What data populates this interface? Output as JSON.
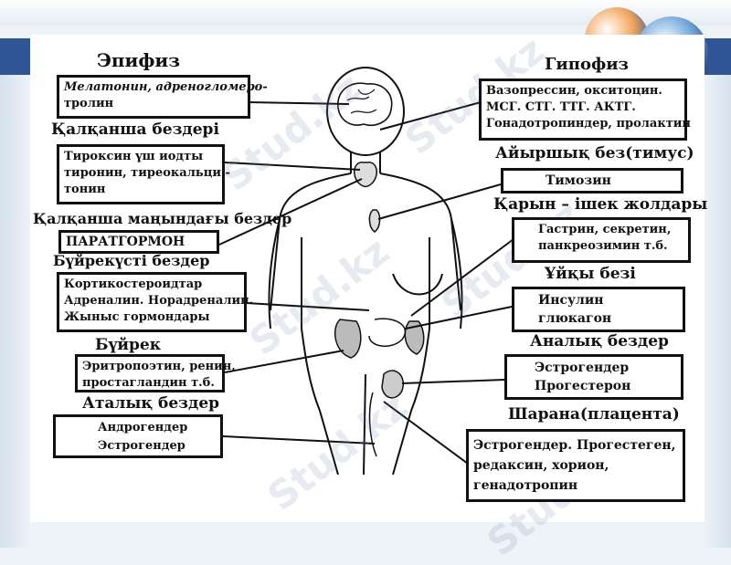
{
  "watermark": "Stud.kz",
  "labels": {
    "epiphysis": "Эпифиз",
    "pituitary": "Гипофиз",
    "thyroid": "Қалқанша бездері",
    "thymus": "Айыршық без(тимус)",
    "parathyroid": "Қалқанша маңындағы бездер",
    "gi_tract": "Қарын – ішек жолдары",
    "adrenal": "Бүйрекүсті бездер",
    "pancreas": "Ұйқы безі",
    "kidney": "Бүйрек",
    "ovaries": "Аналық бездер",
    "testes": "Аталық бездер",
    "placenta": "Шарана(плацента)"
  },
  "boxes": {
    "epiphysis": [
      "Мелатонин, адреногломеро-",
      "тролин"
    ],
    "pituitary": [
      "Вазопрессин, окситоцин.",
      "МСГ. СТГ. ТТГ. АКТГ.",
      "Гонадотропиндер, пролактин"
    ],
    "thyroid": [
      "Тироксин үш иодты",
      "тиронин, тиреокальци -",
      "тонин"
    ],
    "thymus": [
      "Тимозин"
    ],
    "parathyroid": [
      "ПАРАТГОРМОН"
    ],
    "gi_tract": [
      "Гастрин, секретин,",
      "панкреозимин т.б."
    ],
    "adrenal": [
      "Кортикостероидтар",
      "Адреналин. Норадреналин.",
      "Жыныс гормондары"
    ],
    "pancreas": [
      "Инсулин",
      "глюкагон"
    ],
    "kidney": [
      "Эритропоэтин, ренин,",
      "простагландин т.б."
    ],
    "ovaries": [
      "Эстрогендер",
      "Прогестерон"
    ],
    "testes": [
      "Андрогендер",
      "Эстрогендер"
    ],
    "placenta": [
      "Эстрогендер. Прогестеген,",
      "редаксин, хорион,",
      "генадотропин"
    ]
  }
}
